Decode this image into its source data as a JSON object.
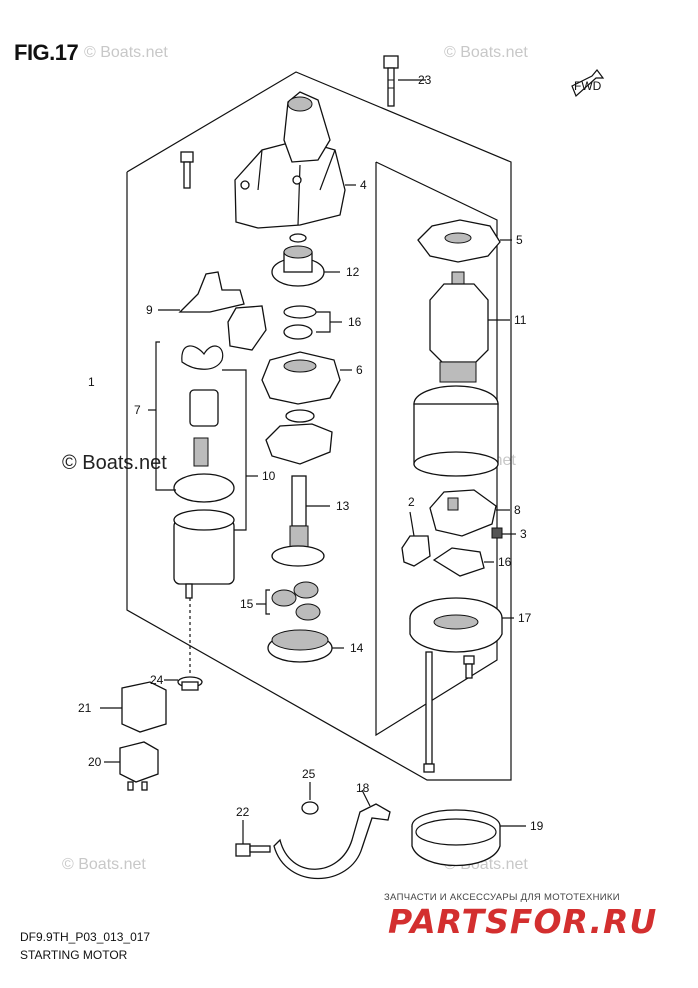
{
  "figure_title": "FIG.17",
  "watermark": {
    "small": "© Boats.net",
    "large": "© Boats.net"
  },
  "forward_label": "FWD",
  "callouts": [
    "1",
    "2",
    "3",
    "4",
    "5",
    "6",
    "7",
    "8",
    "9",
    "10",
    "11",
    "12",
    "13",
    "14",
    "15",
    "15",
    "16",
    "16",
    "17",
    "19",
    "20",
    "21",
    "22",
    "23",
    "24",
    "25",
    "18"
  ],
  "diagram_code": "DF9.9TH_P03_013_017",
  "caption": "STARTING MOTOR",
  "shop_tagline": "ЗАПЧАСТИ И АКСЕССУАРЫ ДЛЯ МОТОТЕХНИКИ",
  "shop_brand": "PARTSFOR.RU"
}
